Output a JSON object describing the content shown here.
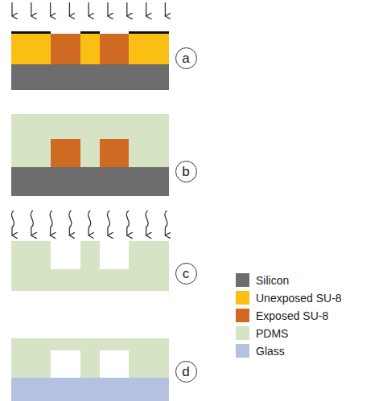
{
  "diagram": {
    "nodes": [
      {
        "text": [
          "a"
        ]
      },
      {
        "text": [
          "b"
        ]
      },
      {
        "text": [
          "c"
        ]
      },
      {
        "text": [
          "d"
        ]
      }
    ],
    "legend": [
      {
        "text": "Silicon",
        "color": "#6d6d6d"
      },
      {
        "text": "Unexposed SU-8",
        "color": "#fbbf14"
      },
      {
        "text": "Exposed SU-8",
        "color": "#cf6a22"
      },
      {
        "text": "PDMS",
        "color": "#d7e3c5"
      },
      {
        "text": "Glass",
        "color": "#b5c1e0"
      }
    ]
  }
}
